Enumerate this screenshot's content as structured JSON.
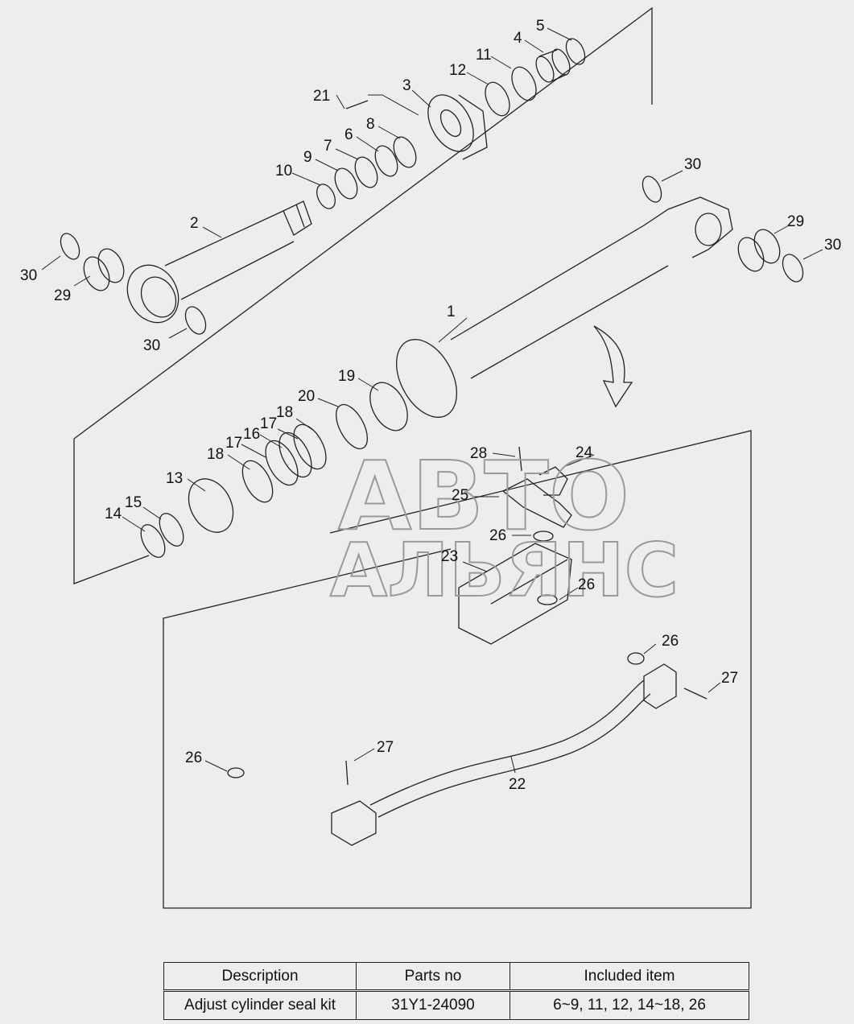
{
  "watermark": {
    "line1": "АВТО",
    "line2": "АЛЬЯНС"
  },
  "callouts": [
    "1",
    "2",
    "3",
    "4",
    "5",
    "6",
    "7",
    "8",
    "9",
    "10",
    "11",
    "12",
    "13",
    "14",
    "15",
    "16",
    "17",
    "17",
    "18",
    "18",
    "19",
    "20",
    "21",
    "22",
    "23",
    "24",
    "25",
    "26",
    "26",
    "26",
    "26",
    "27",
    "27",
    "28",
    "29",
    "29",
    "30",
    "30",
    "30",
    "30"
  ],
  "table": {
    "headers": [
      "Description",
      "Parts no",
      "Included item"
    ],
    "rows": [
      [
        "Adjust cylinder seal kit",
        "31Y1-24090",
        "6~9, 11, 12, 14~18, 26"
      ]
    ]
  }
}
